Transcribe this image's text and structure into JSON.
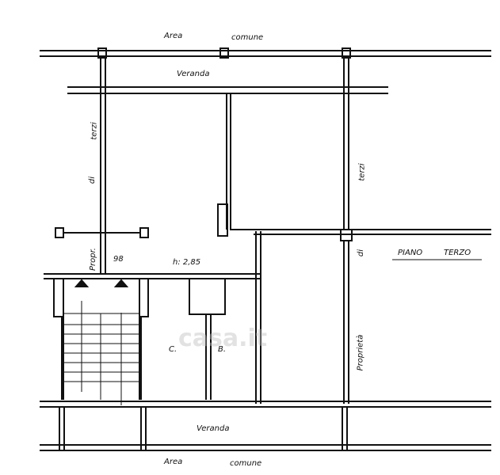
{
  "labels": {
    "area_top": "Area",
    "comune_top": "comune",
    "veranda_top": "Veranda",
    "di_left": "di",
    "terzi_left": "terzi",
    "terzi_right": "terzi",
    "di_right": "di",
    "proprieta_right": "Proprietà",
    "piano": "PIANO",
    "terzo": "TERZO",
    "propr": "Propr.",
    "num_98": "98",
    "height": "h: 2,85",
    "room_c": "C.",
    "room_b": "B.",
    "veranda_bottom": "Veranda",
    "area_bottom": "Area",
    "comune_bottom": "comune"
  },
  "watermark": "casa.it"
}
